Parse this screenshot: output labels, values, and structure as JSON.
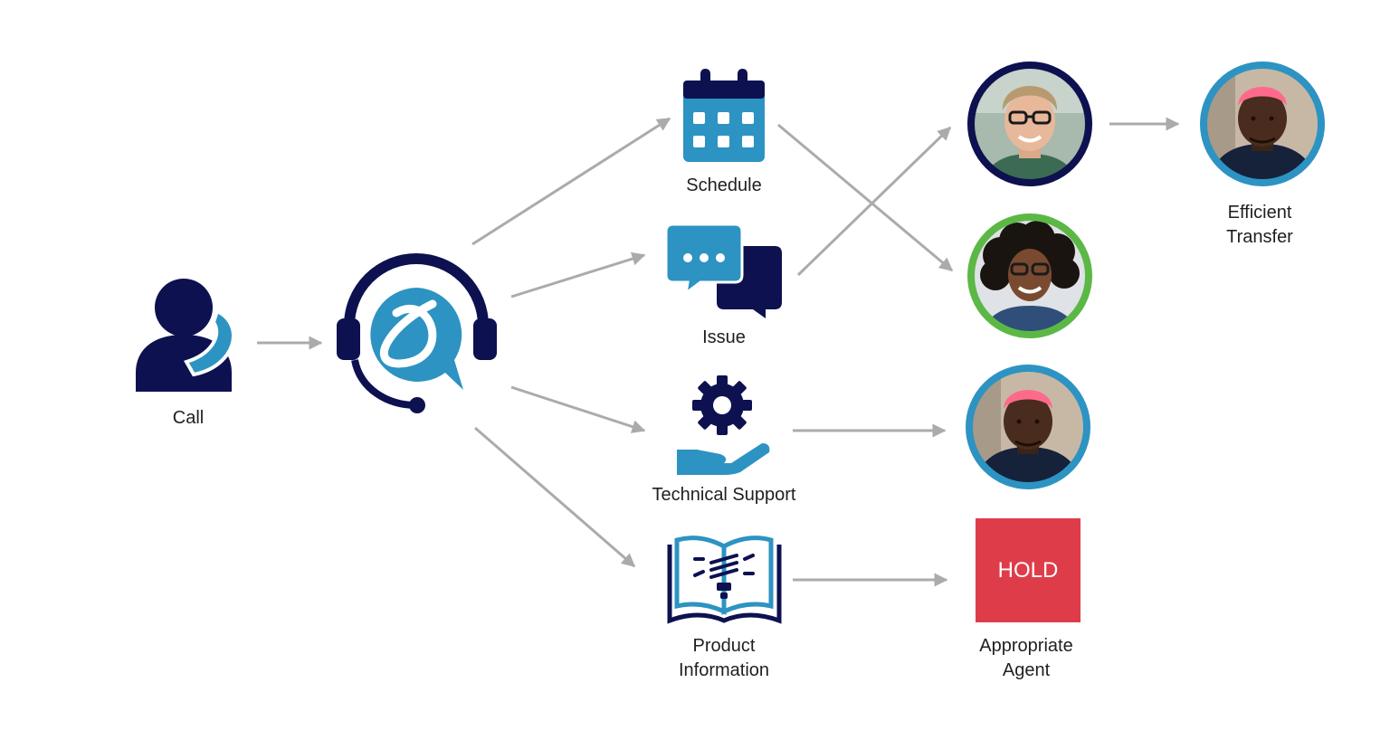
{
  "colors": {
    "navy": "#0d1150",
    "blue": "#2d93c2",
    "green": "#5cb845",
    "arrow": "#ababab",
    "hold": "#df3c4a"
  },
  "caller": {
    "label": "Call",
    "icon": "caller-phone-icon"
  },
  "router": {
    "icon": "headset-logo-icon"
  },
  "options": [
    {
      "label": "Schedule",
      "icon": "calendar-icon"
    },
    {
      "label": "Issue",
      "icon": "chat-bubbles-icon"
    },
    {
      "label": "Technical Support",
      "icon": "gear-hand-icon"
    },
    {
      "label_lines": [
        "Product",
        "Information"
      ],
      "icon": "book-lightbulb-icon"
    }
  ],
  "agents": [
    {
      "icon": "agent-man-glasses-avatar",
      "ring": "#0d1150"
    },
    {
      "icon": "agent-woman-curly-avatar",
      "ring": "#5cb845"
    },
    {
      "icon": "agent-man-pink-hair-avatar",
      "ring": "#2d93c2"
    }
  ],
  "hold": {
    "text": "HOLD",
    "color": "#df3c4a"
  },
  "appropriate_agent": {
    "label_lines": [
      "Appropriate",
      "Agent"
    ]
  },
  "efficient_transfer": {
    "label_lines": [
      "Efficient",
      "Transfer"
    ],
    "icon": "agent-man-pink-hair-avatar",
    "ring": "#2d93c2"
  }
}
